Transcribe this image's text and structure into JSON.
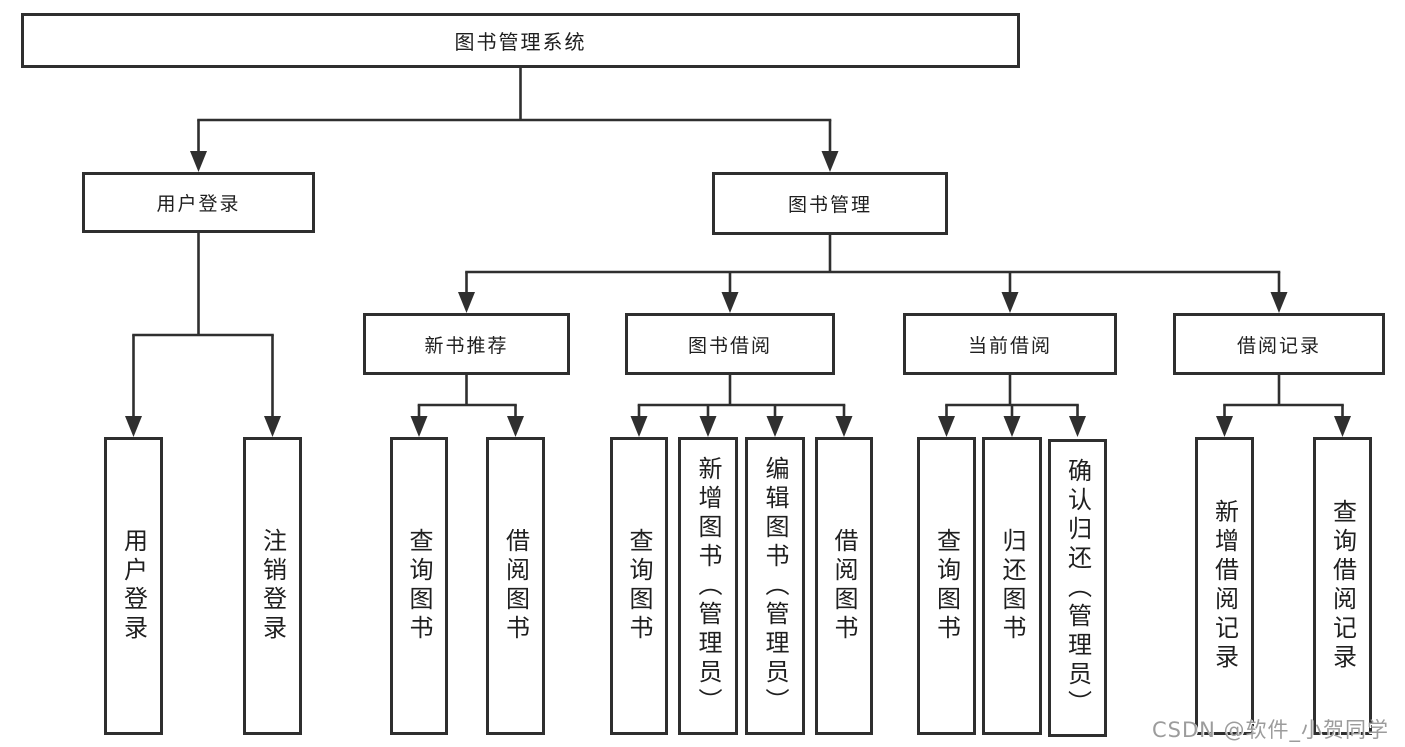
{
  "tree": {
    "root": {
      "label": "图书管理系统"
    },
    "branches": [
      {
        "label": "用户登录",
        "children": [
          {
            "label": "用户登录"
          },
          {
            "label": "注销登录"
          }
        ]
      },
      {
        "label": "图书管理",
        "children": [
          {
            "label": "新书推荐",
            "children": [
              {
                "label": "查询图书"
              },
              {
                "label": "借阅图书"
              }
            ]
          },
          {
            "label": "图书借阅",
            "children": [
              {
                "label": "查询图书"
              },
              {
                "label": "新增图书（管理员）"
              },
              {
                "label": "编辑图书（管理员）"
              },
              {
                "label": "借阅图书"
              }
            ]
          },
          {
            "label": "当前借阅",
            "children": [
              {
                "label": "查询图书"
              },
              {
                "label": "归还图书"
              },
              {
                "label": "确认归还（管理员）"
              }
            ]
          },
          {
            "label": "借阅记录",
            "children": [
              {
                "label": "新增借阅记录"
              },
              {
                "label": "查询借阅记录"
              }
            ]
          }
        ]
      }
    ]
  },
  "watermark": {
    "text": "CSDN @软件_小贺同学"
  },
  "colors": {
    "line": "#2f2f2f",
    "box_fill": "#ffffff",
    "text": "#1f1f1f",
    "watermark": "#9c9c9c",
    "background": "#ffffff"
  }
}
